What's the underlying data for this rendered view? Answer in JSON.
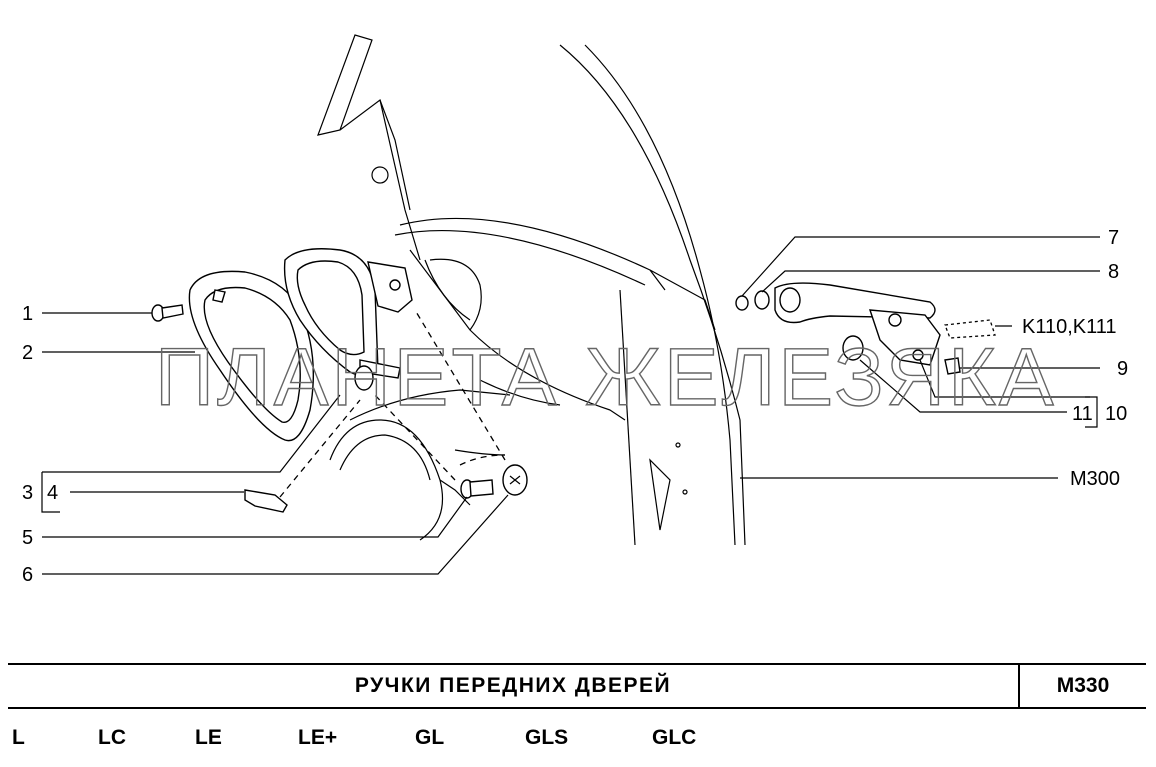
{
  "watermark": "ПЛАНЕТА ЖЕЛЕЗЯКА",
  "callouts": {
    "c1": "1",
    "c2": "2",
    "c3": "3",
    "c4": "4",
    "c5": "5",
    "c6": "6",
    "c7": "7",
    "c8": "8",
    "c9": "9",
    "c10": "10",
    "c11": "11",
    "k110": "K110,K111",
    "m300": "M300"
  },
  "title_block": {
    "title": "РУЧКИ ПЕРЕДНИХ ДВЕРЕЙ",
    "code": "M330"
  },
  "variants": [
    "L",
    "LC",
    "LE",
    "LE+",
    "GL",
    "GLS",
    "GLC"
  ]
}
